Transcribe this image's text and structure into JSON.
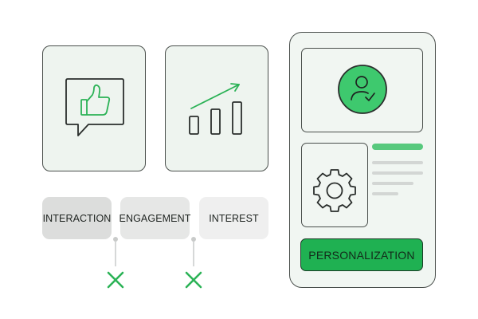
{
  "tags": {
    "interaction": "INTERACTION",
    "engagement": "ENGAGEMENT",
    "interest": "INTEREST"
  },
  "button": {
    "personalization": "PERSONALIZATION"
  },
  "icons": {
    "card_1": "thumbs-up-speech-bubble-icon",
    "card_2": "growth-bar-chart-icon",
    "profile": "user-check-icon",
    "settings": "gear-icon",
    "rejected": "x-icon"
  },
  "colors": {
    "accent_green": "#1fb152",
    "light_green": "#57c97d",
    "card_background": "#eef4ef",
    "outline": "#4a4f4c",
    "x_mark": "#2cb357"
  }
}
